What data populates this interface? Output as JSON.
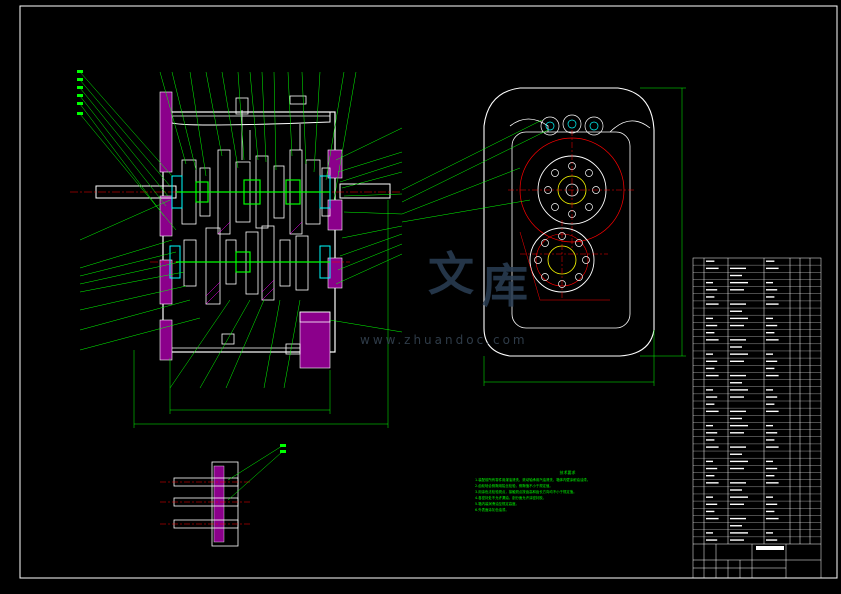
{
  "drawing": {
    "background": "#000000",
    "line_colors": {
      "outline": "#ffffff",
      "leader": "#00ff00",
      "part": "#00ffff",
      "center": "#ff0000",
      "hatch": "#ff00ff",
      "frame": "#ffff00"
    }
  },
  "watermark": {
    "wen": "文",
    "ku": "库",
    "url": "www.zhuandoc.com"
  },
  "notes": {
    "title": "技术要求",
    "lines": [
      "1.装配前所有零件用煤油清洗，滚动轴承用汽油清洗，箱体内壁涂耐油油漆。",
      "2.齿轮啮合侧隙用铅丝检验，侧隙值不小于规定值。",
      "3.用涂色法检验斑点，接触斑点按齿高和齿长方向均不小于规定值。",
      "4.各密封处不允许漏油，剖分面允许涂密封胶。",
      "5.箱内装润滑油至规定高度。",
      "6.外表面涂灰色油漆。"
    ]
  },
  "title_block": {
    "rows": 40
  }
}
